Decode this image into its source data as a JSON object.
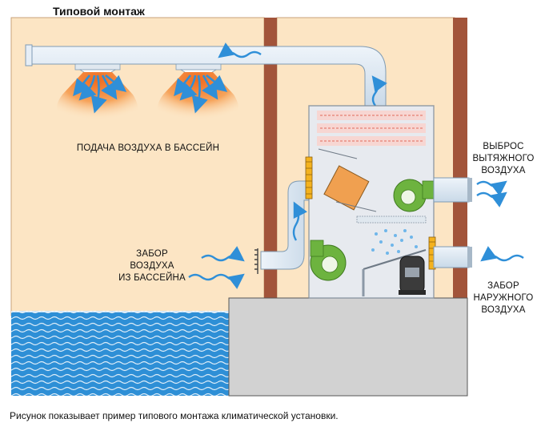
{
  "title": "Типовой монтаж",
  "caption": "Рисунок показывает пример типового монтажа климатической установки.",
  "labels": {
    "supply": "ПОДАЧА ВОЗДУХА В БАССЕЙН",
    "intake_pool": [
      "ЗАБОР",
      "ВОЗДУХА",
      "ИЗ БАССЕЙНА"
    ],
    "exhaust": [
      "ВЫБРОС",
      "ВЫТЯЖНОГО",
      "ВОЗДУХА"
    ],
    "outdoor": [
      "ЗАБОР",
      "НАРУЖНОГО",
      "ВОЗДУХА"
    ]
  },
  "colors": {
    "room": "#fce5c4",
    "wall": "#a2543a",
    "duct": "#dce8f2",
    "water": "#2e8fd6",
    "arrow": "#2f8fd8",
    "fan": "#6db33f",
    "heat": "#f07a22",
    "floor": "#d2d2d2"
  }
}
